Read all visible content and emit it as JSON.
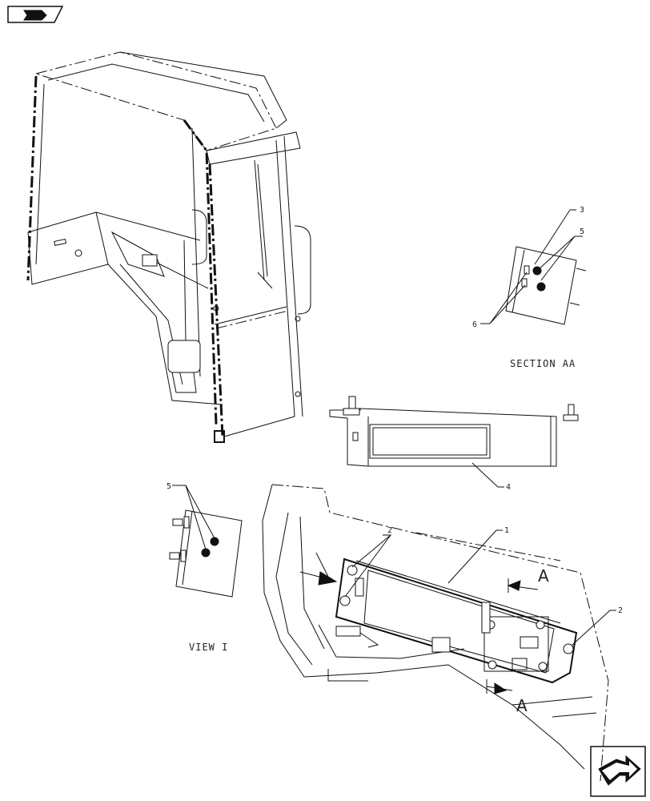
{
  "callouts": {
    "item_1": "1",
    "item_2_left": "2",
    "item_2_right": "2",
    "item_3": "3",
    "item_4": "4",
    "item_5_section": "5",
    "item_5_view": "5",
    "item_6": "6"
  },
  "captions": {
    "section_aa": "SECTION AA",
    "view_i": "VIEW I"
  },
  "section_marks": {
    "upper": "A",
    "lower": "A"
  },
  "icons": {
    "top_left": "hand-pointer-icon",
    "bottom_right": "next-page-arrow-icon"
  }
}
